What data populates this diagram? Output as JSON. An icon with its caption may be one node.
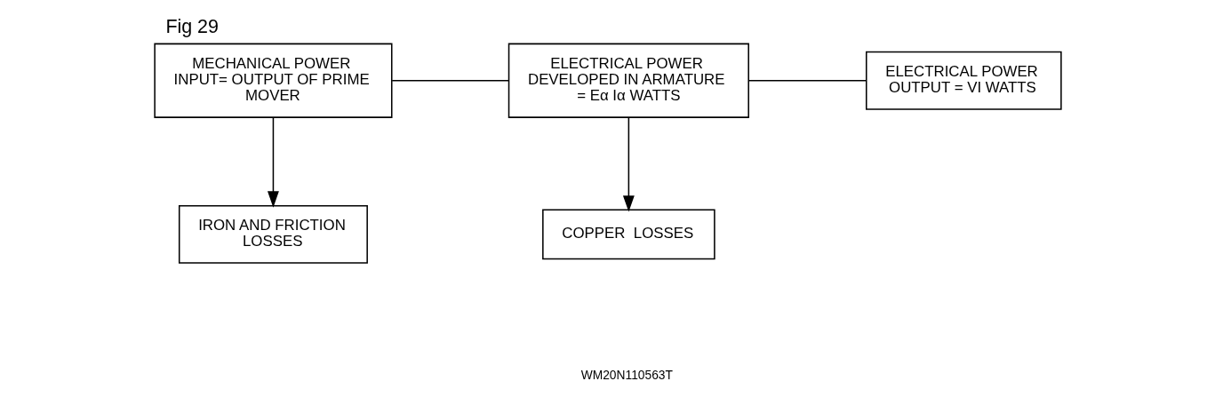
{
  "diagram": {
    "title": "Fig 29",
    "nodes": [
      {
        "text": [
          "MECHANICAL POWER INPUT= OUTPUT OF PRIME MOVER"
        ]
      },
      {
        "text": [
          "ELECTRICAL POWER DEVELOPED IN ARMATURE = Eα Iα WATTS"
        ]
      },
      {
        "text": [
          "ELECTRICAL POWER OUTPUT = VI WATTS"
        ]
      },
      {
        "text": [
          "IRON AND FRICTION LOSSES"
        ]
      },
      {
        "text": [
          "COPPER  LOSSES"
        ]
      }
    ],
    "edges": [
      {
        "from": 0,
        "to": 1,
        "arrow": "none"
      },
      {
        "from": 0,
        "to": 3,
        "arrow": "to"
      },
      {
        "from": 1,
        "to": 2,
        "arrow": "none"
      },
      {
        "from": 1,
        "to": 4,
        "arrow": "to"
      }
    ],
    "labels": [
      "WM20N110563T"
    ]
  }
}
